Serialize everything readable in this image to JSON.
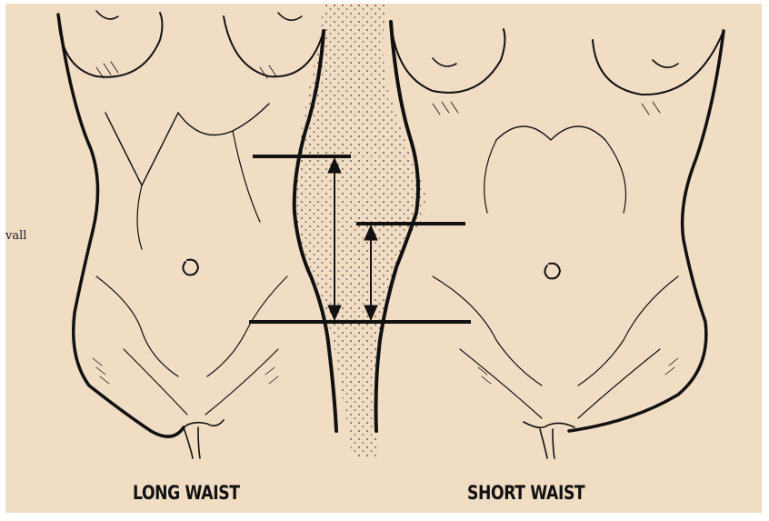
{
  "captions": {
    "left": "LONG WAIST",
    "right": "SHORT WAIST"
  },
  "side_text_fragment": "vall",
  "colors": {
    "paper": "#f1dcc4",
    "ink": "#111111",
    "page_border": "#ffffff"
  }
}
